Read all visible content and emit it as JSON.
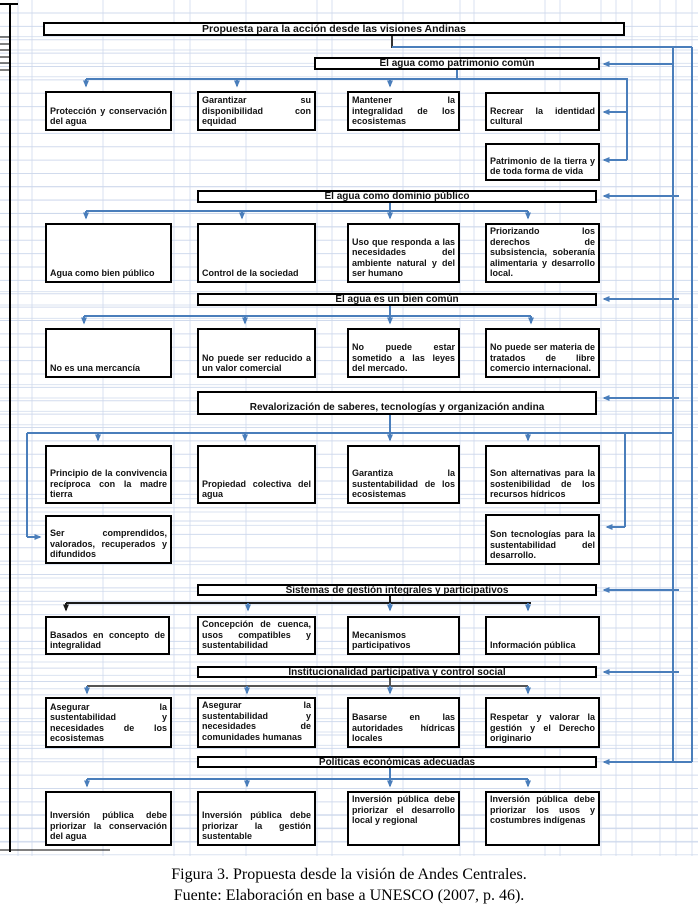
{
  "title": "Propuesta para la acción desde las visiones Andinas",
  "sections": [
    {
      "header": "El agua como patrimonio común",
      "boxes": [
        "Protección y conservación del agua",
        "Garantizar su disponibilidad con equidad",
        "Mantener la integralidad de los ecosistemas",
        "Recrear la identidad cultural",
        "Patrimonio de la tierra y de toda forma de vida"
      ]
    },
    {
      "header": "El agua como dominio público",
      "boxes": [
        "Agua como bien público",
        "Control de la sociedad",
        "Uso que responda a las necesidades del ambiente natural y del ser humano",
        "Priorizando los derechos de subsistencia, soberanía alimentaria y desarrollo local."
      ]
    },
    {
      "header": "El agua es un bien común",
      "boxes": [
        "No es una mercancía",
        "No puede ser reducido a un valor comercial",
        "No puede estar sometido a las leyes del mercado.",
        "No puede ser materia de tratados de libre comercio internacional."
      ]
    },
    {
      "header": "Revalorización de saberes, tecnologías y organización andina",
      "boxes": [
        "Principio de la convivencia recíproca con la madre tierra",
        "Propiedad colectiva del agua",
        "Garantiza la sustentabilidad de los ecosistemas",
        "Son alternativas para la sostenibilidad de los recursos hídricos",
        "Ser comprendidos, valorados, recuperados y difundidos",
        "Son tecnologías para la sustentabilidad del desarrollo."
      ]
    },
    {
      "header": "Sistemas de gestión integrales y participativos",
      "boxes": [
        "Basados en concepto de integralidad",
        "Concepción de cuenca, usos compatibles y sustentabilidad",
        "Mecanismos participativos",
        "Información pública"
      ]
    },
    {
      "header": "Institucionalidad participativa y control social",
      "boxes": [
        "Asegurar la sustentabilidad y necesidades de los ecosistemas",
        "Asegurar la sustentabilidad y necesidades de comunidades humanas",
        "Basarse en las autoridades hídricas locales",
        "Respetar y valorar la gestión y el Derecho originario"
      ]
    },
    {
      "header": "Políticas económicas adecuadas",
      "boxes": [
        "Inversión pública debe priorizar la conservación del agua",
        "Inversión pública debe priorizar la gestión sustentable",
        "Inversión pública debe priorizar el desarrollo local y regional",
        "Inversión pública debe priorizar los usos y costumbres indígenas"
      ]
    }
  ],
  "caption": {
    "line1": "Figura 3. Propuesta desde la visión de Andes Centrales.",
    "line2": "Fuente: Elaboración en base a UNESCO (2007, p. 46)."
  },
  "colors": {
    "connector_blue": "#4a7ebb",
    "connector_black": "#1a1a1a",
    "connector_gray": "#555555",
    "grid": "#cdd8ec",
    "box_border": "#000000"
  }
}
